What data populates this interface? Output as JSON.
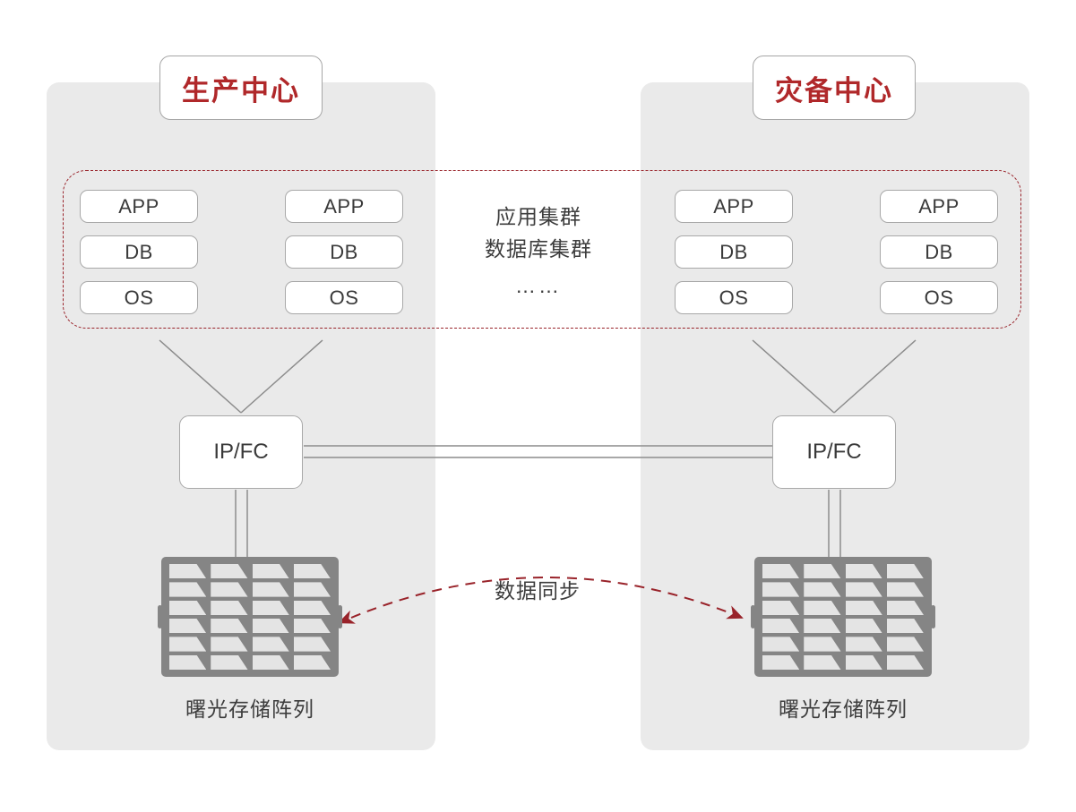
{
  "diagram": {
    "title_prod": "生产中心",
    "title_dr": "灾备中心",
    "cluster": {
      "line1": "应用集群",
      "line2": "数据库集群",
      "dots": "……"
    },
    "sync_label": "数据同步",
    "node_labels": {
      "app": "APP",
      "db": "DB",
      "os": "OS"
    },
    "fabric_label": "IP/FC",
    "array_caption": "曙光存储阵列",
    "colors": {
      "accent_red": "#b0282a",
      "dashed_red": "#99232a",
      "panel_gray": "#eaeaea",
      "array_gray": "#858585",
      "bay_gray": "#e4e4e4",
      "line_gray": "#8c8c8c",
      "text_dark": "#3d3d3d"
    }
  }
}
